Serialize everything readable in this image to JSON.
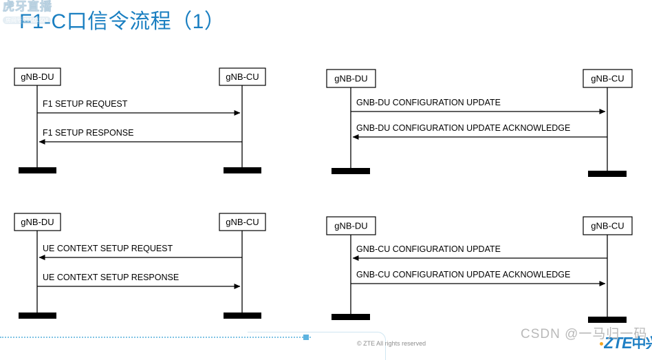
{
  "watermark_huya": {
    "title": "虎牙直播",
    "room": "房间号 21501504"
  },
  "slide": {
    "title": "F1-C口信令流程（1）",
    "title_color": "#1a7fc1"
  },
  "diagrams": [
    {
      "id": "f1-setup",
      "name": "f1-setup-procedure",
      "left_node": "gNB-DU",
      "right_node": "gNB-CU",
      "messages": [
        {
          "label": "F1 SETUP REQUEST",
          "direction": "right"
        },
        {
          "label": "F1 SETUP RESPONSE",
          "direction": "left"
        }
      ]
    },
    {
      "id": "gnb-du-config-update",
      "name": "gnb-du-configuration-update-procedure",
      "left_node": "gNB-DU",
      "right_node": "gNB-CU",
      "messages": [
        {
          "label": "GNB-DU CONFIGURATION UPDATE",
          "direction": "right"
        },
        {
          "label": "GNB-DU CONFIGURATION UPDATE ACKNOWLEDGE",
          "direction": "left"
        }
      ]
    },
    {
      "id": "ue-context-setup",
      "name": "ue-context-setup-procedure",
      "left_node": "gNB-DU",
      "right_node": "gNB-CU",
      "messages": [
        {
          "label": "UE CONTEXT SETUP REQUEST",
          "direction": "left"
        },
        {
          "label": "UE CONTEXT SETUP RESPONSE",
          "direction": "right"
        }
      ]
    },
    {
      "id": "gnb-cu-config-update",
      "name": "gnb-cu-configuration-update-procedure",
      "left_node": "gNB-DU",
      "right_node": "gNB-CU",
      "messages": [
        {
          "label": "GNB-CU CONFIGURATION UPDATE",
          "direction": "left"
        },
        {
          "label": "GNB-CU CONFIGURATION UPDATE ACKNOWLEDGE",
          "direction": "right"
        }
      ]
    }
  ],
  "footer": {
    "copyright": "© ZTE All rights reserved",
    "brand_mark": "ZTE",
    "brand_cn": "中兴",
    "accent_color": "#1e7fc4"
  },
  "watermark_csdn": {
    "text": "CSDN @一马归一码"
  }
}
